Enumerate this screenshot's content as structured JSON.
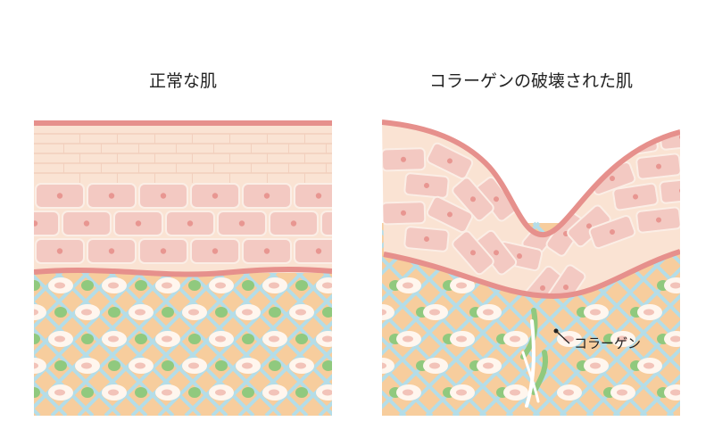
{
  "left_panel": {
    "title": "正常な肌"
  },
  "right_panel": {
    "title": "コラーゲンの破壊された肌",
    "callout": "コラーゲン"
  },
  "colors": {
    "epidermis_top": "#e6908c",
    "stratum": "#fae3d3",
    "stratum_line": "#f2cfbd",
    "cell_fill": "#f3c9c2",
    "cell_border": "#fbeee6",
    "nucleus": "#e89691",
    "dermis": "#f7cd9d",
    "collagen_mesh": "#b4dde8",
    "elastin_node": "#90c97e",
    "fibroblast_outer": "#fff6ee",
    "fibroblast_inner": "#f2c3b9",
    "fold_line": "#e6908c"
  }
}
